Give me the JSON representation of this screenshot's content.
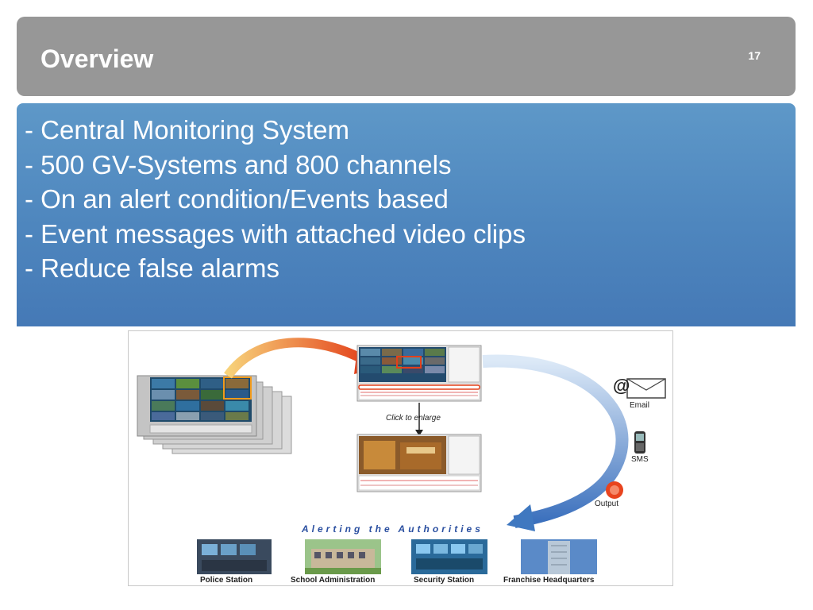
{
  "slide": {
    "title": "Overview",
    "page_number": "17"
  },
  "bullets": [
    "- Central Monitoring System",
    "- 500 GV-Systems and 800 channels",
    "- On an alert condition/Events based",
    "- Event messages with attached video clips",
    "- Reduce false alarms"
  ],
  "diagram": {
    "click_to_enlarge": "Click to enlarge",
    "alert_title": "Alerting the Authorities",
    "outputs": [
      "Email",
      "SMS",
      "Output"
    ],
    "destinations": [
      "Police Station",
      "School Administration",
      "Security Station",
      "Franchise Headquarters"
    ]
  },
  "colors": {
    "title_bar": "#979797",
    "content_box": "#5590c4",
    "arrow_orange": "#e8541e",
    "arrow_blue": "#3f78c0"
  }
}
